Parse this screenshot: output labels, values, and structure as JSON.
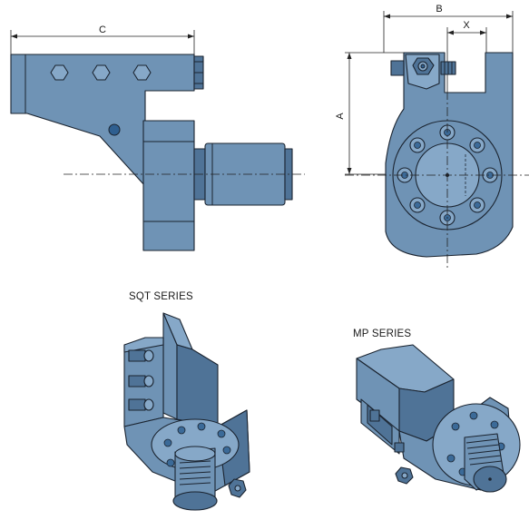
{
  "labels": {
    "dim_c": "C",
    "dim_b": "B",
    "dim_x": "X",
    "dim_a": "A",
    "sqt_series": "SQT SERIES",
    "mp_series": "MP SERIES"
  },
  "colors": {
    "body": "#6f93b5",
    "shade": "#4f7397",
    "highlight": "#86a8c8",
    "outline": "#1b2430",
    "hole": "#2f5f90"
  }
}
